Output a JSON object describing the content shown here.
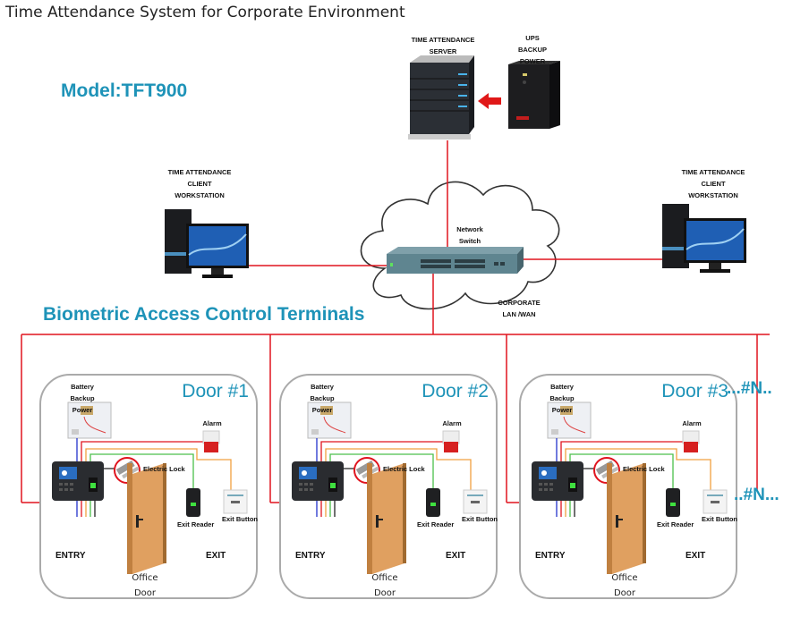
{
  "title": "Time Attendance System for Corporate Environment",
  "model": "Model:TFT900",
  "section_heading": "Biometric Access Control Terminals",
  "server": {
    "label_line1": "TIME ATTENDANCE",
    "label_line2": "SERVER",
    "icon": "server-icon"
  },
  "ups": {
    "label_line1": "UPS",
    "label_line2": "BACKUP",
    "label_line3": "POWER",
    "icon": "ups-icon"
  },
  "workstations": [
    {
      "label_line1": "TIME ATTENDANCE",
      "label_line2": "CLIENT",
      "label_line3": "WORKSTATION",
      "icon": "desktop-computer-icon"
    },
    {
      "label_line1": "TIME ATTENDANCE",
      "label_line2": "CLIENT",
      "label_line3": "WORKSTATION",
      "icon": "desktop-computer-icon"
    }
  ],
  "network": {
    "switch_line1": "Network",
    "switch_line2": "Switch",
    "lan_line1": "CORPORATE",
    "lan_line2": "LAN /WAN",
    "icon": "network-switch-icon"
  },
  "doors": [
    {
      "title": "Door #1",
      "battery_line1": "Battery",
      "battery_line2": "Backup",
      "battery_line3": "Power",
      "alarm": "Alarm",
      "lock": "Electric Lock",
      "exit_reader": "Exit Reader",
      "exit_button": "Exit Button",
      "entry": "ENTRY",
      "exit": "EXIT",
      "office_line1": "Office",
      "office_line2": "Door"
    },
    {
      "title": "Door #2",
      "battery_line1": "Battery",
      "battery_line2": "Backup",
      "battery_line3": "Power",
      "alarm": "Alarm",
      "lock": "Electric Lock",
      "exit_reader": "Exit Reader",
      "exit_button": "Exit Button",
      "entry": "ENTRY",
      "exit": "EXIT",
      "office_line1": "Office",
      "office_line2": "Door"
    },
    {
      "title": "Door #3",
      "battery_line1": "Battery",
      "battery_line2": "Backup",
      "battery_line3": "Power",
      "alarm": "Alarm",
      "lock": "Electric Lock",
      "exit_reader": "Exit Reader",
      "exit_button": "Exit Button",
      "entry": "ENTRY",
      "exit": "EXIT",
      "office_line1": "Office",
      "office_line2": "Door"
    }
  ],
  "more_doors_top": "...#N..",
  "more_doors_bottom": "..#N...",
  "colors": {
    "accent": "#1e93b8",
    "network_line": "#e0141e",
    "wire_blue": "#2233cc",
    "wire_red": "#e0141e",
    "wire_orange": "#f0a040",
    "wire_green": "#4cbf4c",
    "wire_black": "#222222",
    "door_wood": "#e0a060"
  }
}
